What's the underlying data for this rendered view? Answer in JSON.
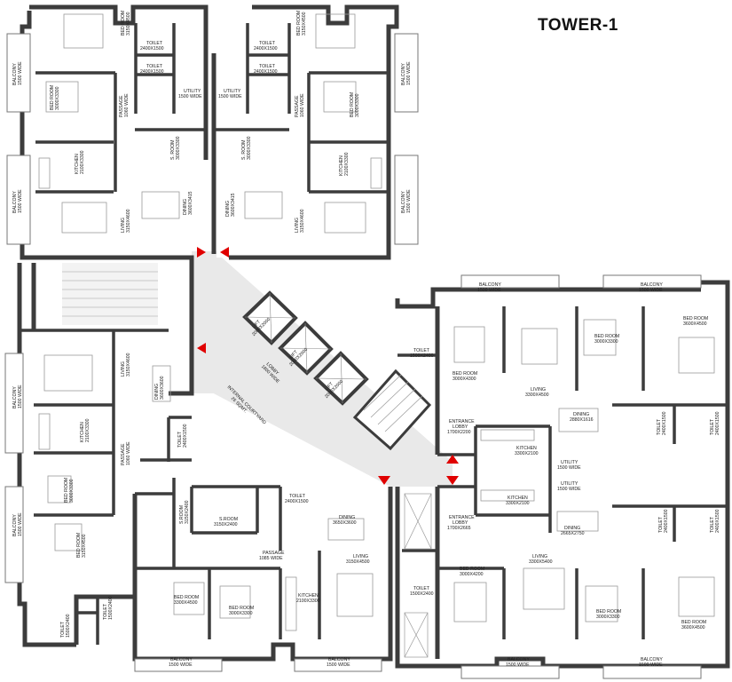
{
  "title": "TOWER-1",
  "labels": {
    "toilet_a": "TOILET\n2400X1500",
    "toilet_b": "TOILET\n2400X1500",
    "bedroom_3150x4500": "BED ROOM\n3150X4500",
    "balcony_1500": "BALCONY\n1500 WIDE",
    "utility_1500": "UTILITY\n1500 WIDE",
    "passage_1060": "PASSAGE\n1060 WIDE",
    "bedroom_3000x3300": "BED ROOM\n3000X3300",
    "sroom_3000x3300": "S. ROOM\n3000X3300",
    "kitchen_2100x3300": "KITCHEN\n2100X3300",
    "dining_3600x3415": "DINING\n3600X3415",
    "living_3150x4600": "LIVING\n3150X4600",
    "lift_2000x2000": "LIFT\n2000X2000",
    "lobby_1800": "LOBBY\n1800 WIDE",
    "courtyard": "INTERNAL COURTYARD\n26 SQMT.",
    "toilet_1500x2400": "TOILET\n1500X2400",
    "bedroom_3000x4300": "BED ROOM\n3000X4300",
    "living_3300x4500": "LIVING\n3300X4500",
    "bedroom_3000x3300b": "BED ROOM\n3000X3300",
    "bedroom_3600x4500": "BED ROOM\n3600X4500",
    "dining_2880x1616": "DINING\n2880X1616",
    "entrance_1700x2200": "ENTRANCE\nLOBBY\n1700X2200",
    "kitchen_3300x2100": "KITCHEN\n3300X2100",
    "toilet_2400x1500": "TOILET\n2400X1500",
    "dining_2650x3600": "DINING\n2650X3600",
    "passage_1085": "PASSAGE\n1085 WIDE",
    "sroom_3150x2400": "S.ROOM\n3150X2400",
    "sroom_3150x2400v": "S.ROOM\n3150X2400",
    "dining_3650x3600": "DINING\n3650X3600",
    "living_3150x4500": "LIVING\n3150X4500",
    "bedroom_3300x4500": "BED ROOM\n3300X4500",
    "bedroom_3000x3300c": "BED ROOM\n3000X3300",
    "kitchen_2100x3300b": "KITCHEN\n2100X3300",
    "entrance_1700x2665": "ENTRANCE\nLOBBY\n1700X2665",
    "bedroom_3000x4200": "BED ROOM\n3000X4200",
    "living_3300x5400": "LIVING\n3300X5400",
    "dining_2665x2750": "DINING\n2665X2750",
    "kitchen_3300x2100b": "KITCHEN\n3300X2100",
    "toilet_1500x2400b": "TOILET\n1500X2400",
    "bedroom_3300x3300": "BED ROOM\n3000X3300",
    "bedroom_3600x4500b": "BED ROOM\n3600X4500",
    "toilet_2400x1500v": "TOILET\n2400X1500",
    "toilet_1500x2400c": "TOILET\n1500X2400",
    "living_3150x4600b": "LIVING\n3150X4600",
    "kitchen_2100x3300c": "KITCHEN\n2100X3300",
    "bedroom_3000x3300d": "BED ROOM\n3000X3300",
    "dining_3600x3600": "DINING\n3600X3600",
    "toilet_2400x1500c": "TOILET\n2400X1500",
    "passage_1060b": "PASSAGE\n1060 WIDE"
  },
  "colors": {
    "wall": "#3c3c3c",
    "floor": "#ffffff",
    "lobby": "#e9e9e9",
    "arrow": "#e00000",
    "furniture": "#9a9a9a"
  }
}
